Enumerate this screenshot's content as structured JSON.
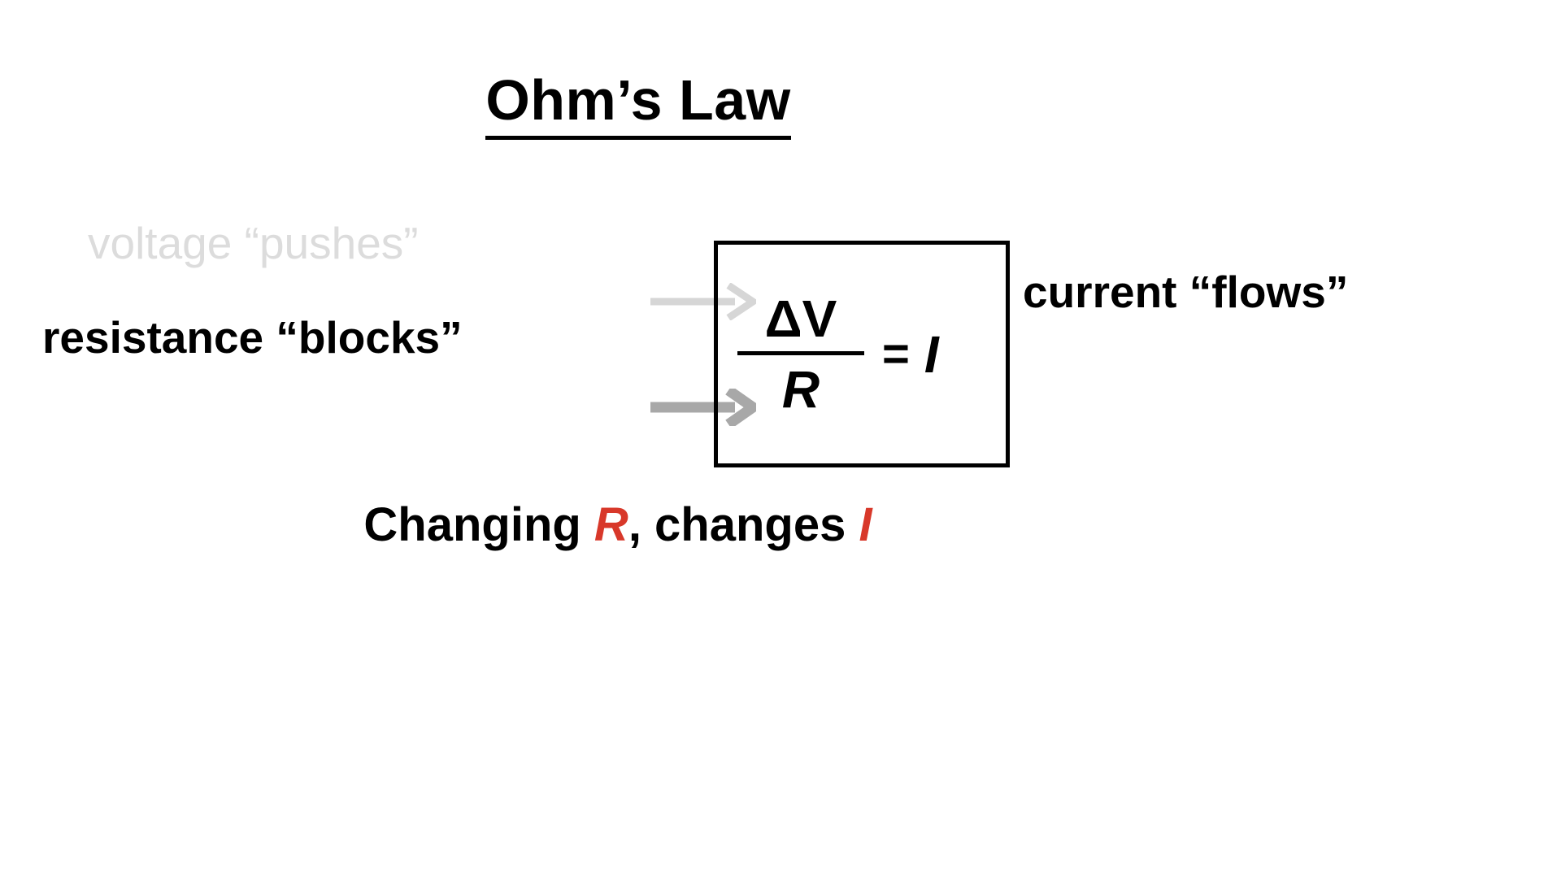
{
  "slide": {
    "title": "Ohm’s Law",
    "background_color": "#ffffff"
  },
  "equation_box": {
    "numerator": "ΔV",
    "denominator": "R",
    "equals": "=",
    "result": "I",
    "border_color": "#000000"
  },
  "annotations": {
    "voltage": {
      "text": "voltage “pushes”",
      "color": "#dcdcdc",
      "arrow_color": "#d6d6d6"
    },
    "resistance": {
      "text": "resistance “blocks”",
      "color": "#000000",
      "arrow_color": "#a8a8a8"
    },
    "current": {
      "text": "current “flows”",
      "color": "#000000"
    }
  },
  "conclusion": {
    "prefix": "Changing ",
    "term_one": "R",
    "middle": ", changes ",
    "term_two": "I",
    "accent_color": "#d8382a"
  },
  "icons": {
    "voltage_arrow": "arrow-right-icon",
    "resistance_arrow": "arrow-right-icon"
  }
}
